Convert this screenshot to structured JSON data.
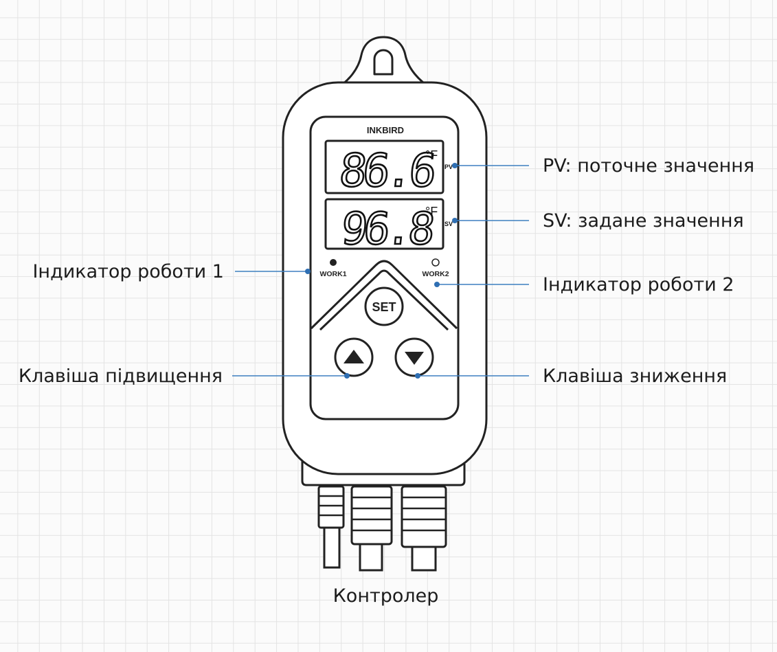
{
  "device": {
    "brand": "INKBIRD",
    "pv_reading": "86.6",
    "sv_reading": "96.8",
    "unit": "°F",
    "pv_tag": "PV",
    "sv_tag": "SV",
    "work1_label": "WORK1",
    "work2_label": "WORK2",
    "set_label": "SET"
  },
  "callouts": {
    "pv": "PV: поточне значення",
    "sv": "SV: задане значення",
    "work1": "Індикатор роботи 1",
    "work2": "Індикатор роботи 2",
    "up": "Клавіша підвищення",
    "down": "Клавіша зниження"
  },
  "caption": "Контролер",
  "colors": {
    "outline": "#222222",
    "leader": "#3d7fc0",
    "background": "#fbfbfb",
    "grid": "#e3e3e3"
  }
}
